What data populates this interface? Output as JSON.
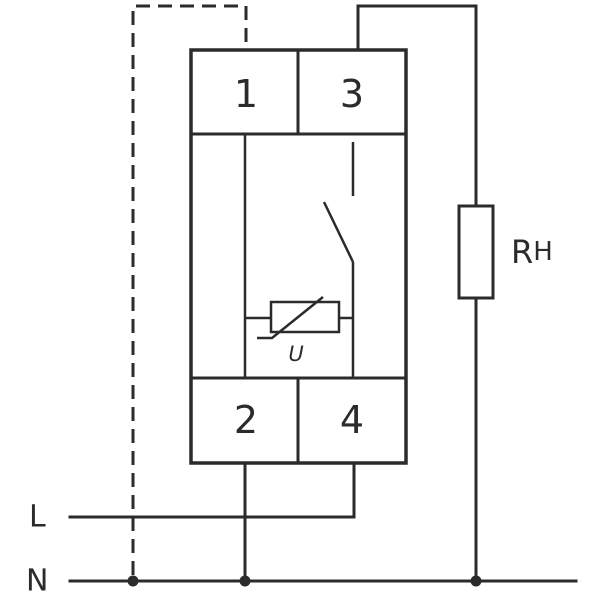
{
  "terminals": {
    "t1": "1",
    "t2": "2",
    "t3": "3",
    "t4": "4"
  },
  "varistor_label": "U",
  "load_label": "R",
  "load_label_sub": "H",
  "line_labels": {
    "live": "L",
    "neutral": "N"
  },
  "colors": {
    "stroke": "#2b2b2b",
    "background": "#ffffff"
  }
}
